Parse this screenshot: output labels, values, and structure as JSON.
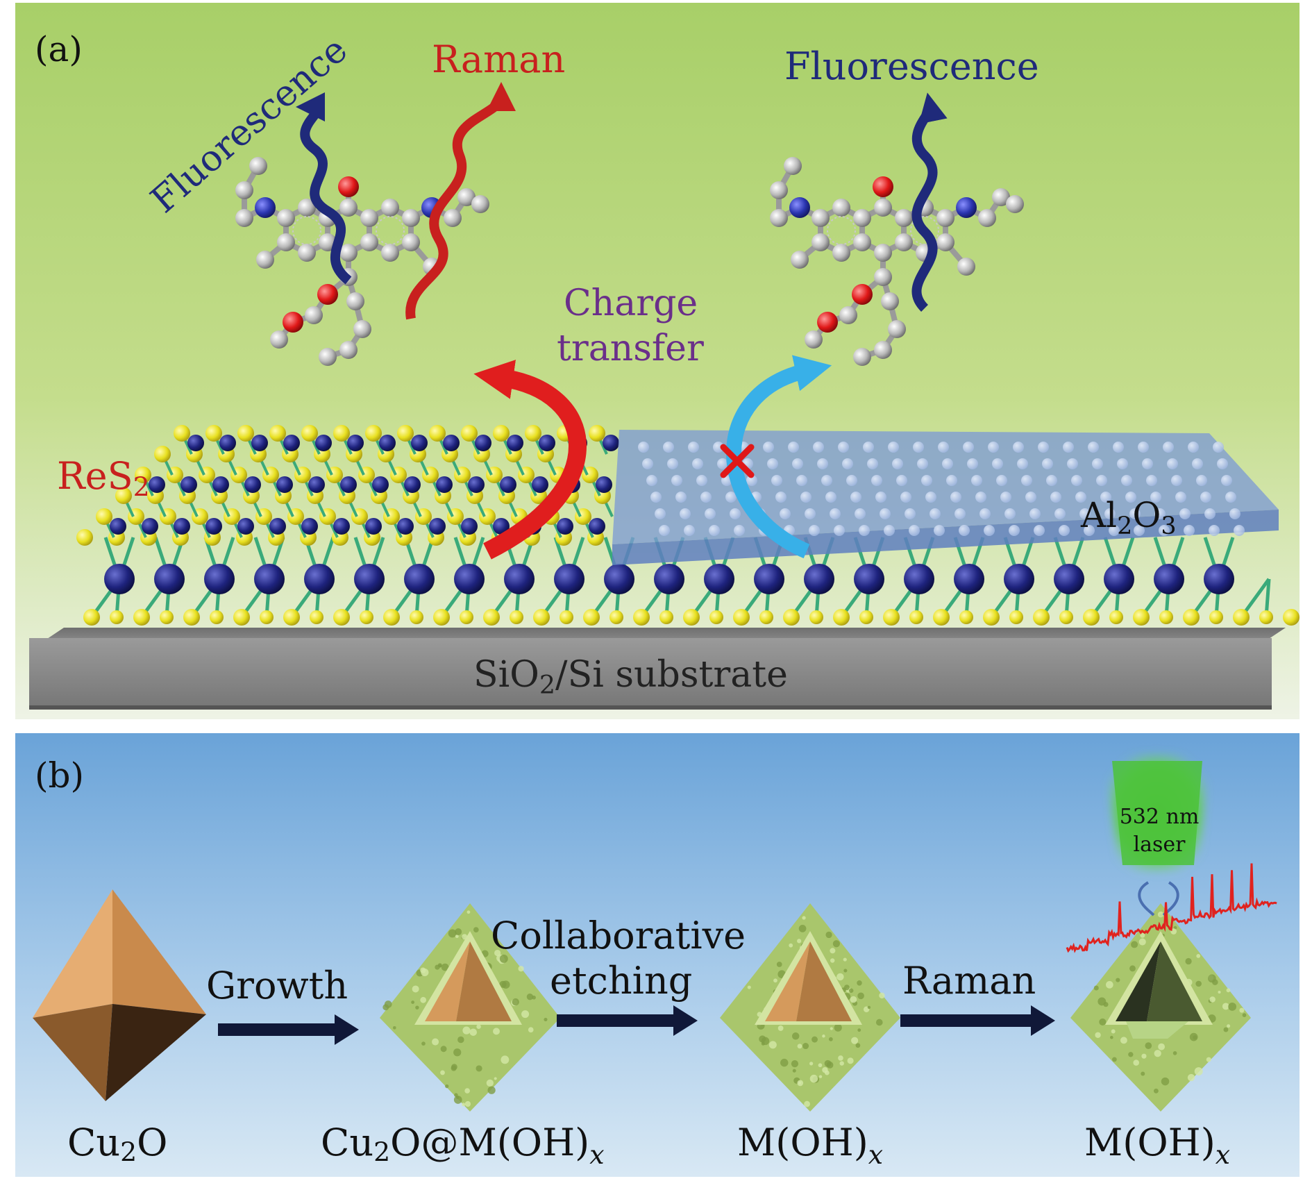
{
  "panel_a": {
    "label": "(a)",
    "fluorescence_left": "Fluorescence",
    "raman": "Raman",
    "fluorescence_right": "Fluorescence",
    "charge_transfer_line1": "Charge",
    "charge_transfer_line2": "transfer",
    "res2": {
      "main": "ReS",
      "sub": "2"
    },
    "al2o3": {
      "p1": "Al",
      "s1": "2",
      "p2": "O",
      "s2": "3"
    },
    "substrate": {
      "p1": "SiO",
      "s1": "2",
      "p2": "/Si substrate"
    }
  },
  "panel_b": {
    "label": "(b)",
    "laser_line1": "532 nm",
    "laser_line2": "laser",
    "step_growth": "Growth",
    "step_etching_line1": "Collaborative",
    "step_etching_line2": "etching",
    "step_raman": "Raman",
    "stage_1": {
      "p1": "Cu",
      "s1": "2",
      "p2": "O"
    },
    "stage_2": {
      "p1": "Cu",
      "s1": "2",
      "p2": "O@M(OH)",
      "s2": "x"
    },
    "stage_3": {
      "p1": "M(OH)",
      "s1": "x"
    },
    "stage_4": {
      "p1": "M(OH)",
      "s1": "x"
    }
  },
  "colors": {
    "fluorescence": "#1f2a7a",
    "raman": "#c8201e",
    "charge_transfer": "#6a2f8a",
    "res2_label": "#c8201e",
    "substrate": "#7a7a7a",
    "sulfur_atom": "#e8e020",
    "rhenium_atom": "#1e237e",
    "bond": "#3aaa7a",
    "al2o3_sheet": "#7d9bd4",
    "panel_a_bg": "#b8d680",
    "panel_b_bg": "#7fb0dc",
    "laser": "#4cc23a",
    "shell": "#a9c66c",
    "cu2o_core": "#d59a5c"
  }
}
